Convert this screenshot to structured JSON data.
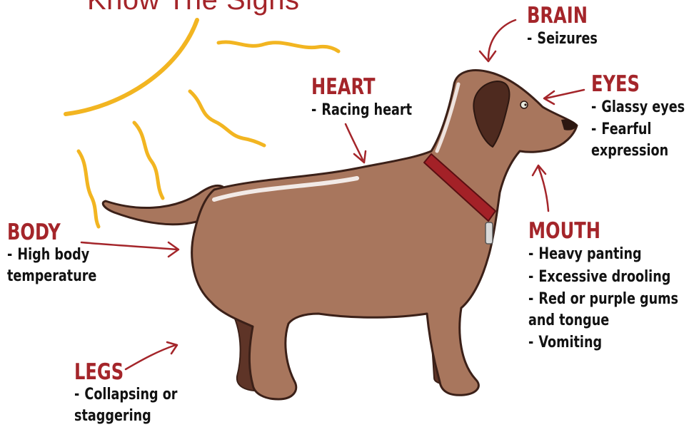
{
  "title": "Know The Signs",
  "colors": {
    "accent": "#a4252a",
    "sun": "#f2b521",
    "dog_body": "#a8765d",
    "dog_dark": "#5e3427",
    "collar": "#a32127",
    "text": "#121212"
  },
  "regions": [
    {
      "id": "brain",
      "heading": "BRAIN",
      "symptoms": [
        "Seizures"
      ]
    },
    {
      "id": "eyes",
      "heading": "EYES",
      "symptoms": [
        "Glassy eyes",
        "Fearful expression"
      ]
    },
    {
      "id": "heart",
      "heading": "HEART",
      "symptoms": [
        "Racing heart"
      ]
    },
    {
      "id": "mouth",
      "heading": "MOUTH",
      "symptoms": [
        "Heavy panting",
        "Excessive drooling",
        "Red or purple gums and tongue",
        "Vomiting"
      ]
    },
    {
      "id": "body",
      "heading": "BODY",
      "symptoms": [
        "High body temperature"
      ]
    },
    {
      "id": "legs",
      "heading": "LEGS",
      "symptoms": [
        "Collapsing or staggering"
      ]
    }
  ],
  "illustration": {
    "subject": "dog-illustration",
    "decoration": "sun-with-heat-waves"
  }
}
